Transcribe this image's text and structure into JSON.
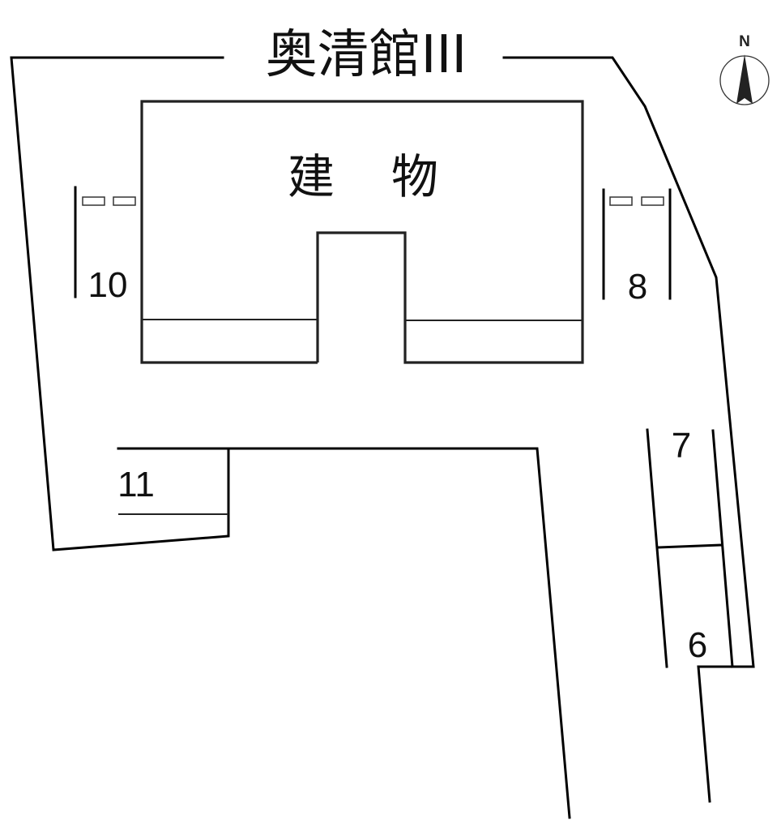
{
  "title": "奥清館III",
  "building": {
    "label_left": "建",
    "label_right": "物"
  },
  "compass": {
    "label": "N",
    "icon": "north-arrow-icon"
  },
  "parking_spaces": [
    {
      "id": "10",
      "label": "10",
      "has_wheel_stops": true
    },
    {
      "id": "8",
      "label": "8",
      "has_wheel_stops": true
    },
    {
      "id": "11",
      "label": "11",
      "has_wheel_stops": false
    },
    {
      "id": "7",
      "label": "7",
      "has_wheel_stops": false
    },
    {
      "id": "6",
      "label": "6",
      "has_wheel_stops": false
    }
  ],
  "colors": {
    "line": "#000000",
    "background": "#ffffff"
  }
}
